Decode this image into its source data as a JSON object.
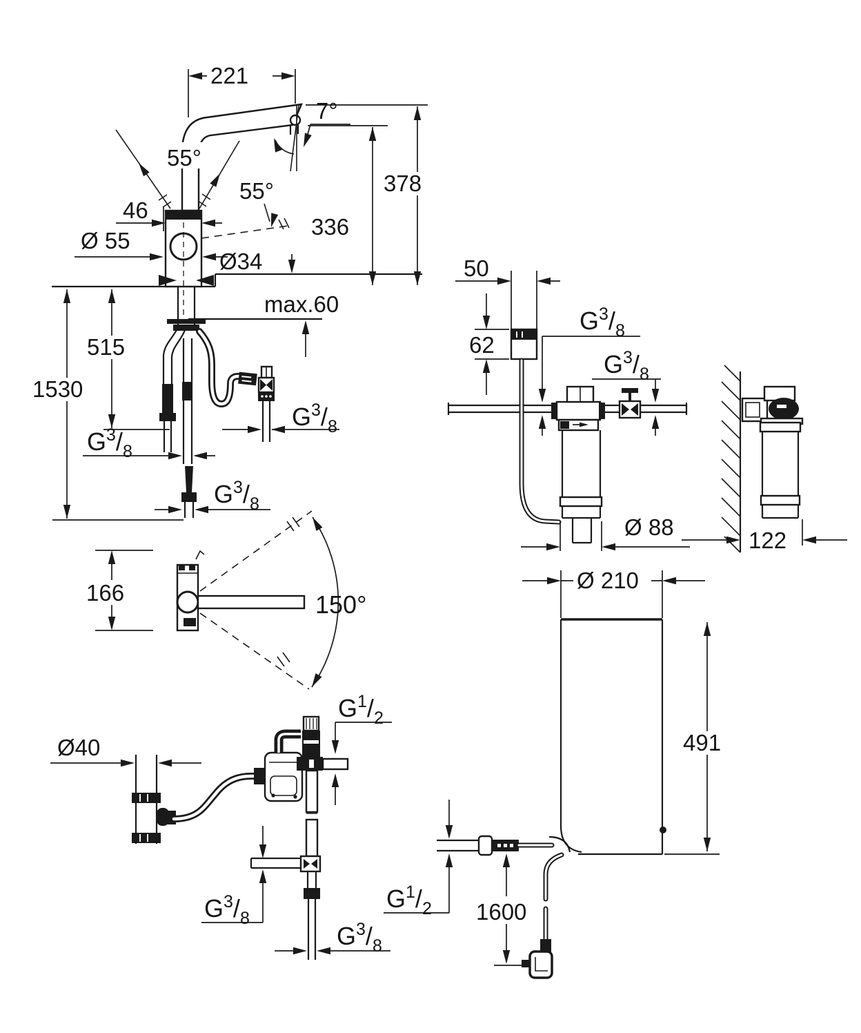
{
  "drawing": {
    "background": "#ffffff",
    "ink": "#1a1a1a"
  },
  "threads": {
    "g38": {
      "prefix": "G",
      "numerator": "3",
      "slash": "/",
      "denominator": "8"
    },
    "g12": {
      "prefix": "G",
      "numerator": "1",
      "slash": "/",
      "denominator": "2"
    }
  },
  "views": {
    "faucet_side": {
      "spout_reach": "221",
      "spout_tilt": "7°",
      "handle_swivel": "55°",
      "lever_angle": "55°",
      "base_depth": "46",
      "body_diameter": "Ø 55",
      "hole_diameter": "Ø34",
      "worktop_max": "max.60",
      "height_to_spout": "336",
      "height_total": "378",
      "hose_drop_short": "515",
      "hose_drop_total": "1530"
    },
    "filter_front": {
      "head_width": "50",
      "head_height": "62",
      "cartridge_diameter": "Ø 88"
    },
    "filter_side": {
      "depth": "122"
    },
    "faucet_top": {
      "body_depth": "166",
      "swivel_range": "150°"
    },
    "trap_assembly": {
      "trap_diameter": "Ø40"
    },
    "boiler": {
      "diameter": "Ø 210",
      "height": "491",
      "cable_length": "1600"
    }
  }
}
